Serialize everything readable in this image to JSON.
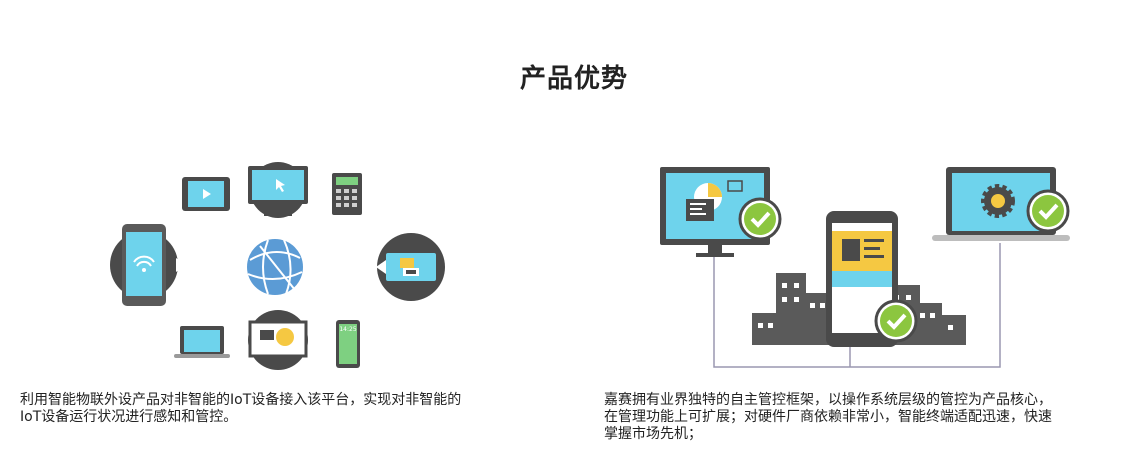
{
  "section": {
    "title": "产品优势"
  },
  "features": [
    {
      "description_line1": "利用智能物联外设产品对非智能的IoT设备接入该平台，实现对非智能的",
      "description_line2": "IoT设备运行状况进行感知和管控。"
    },
    {
      "description_line1": "嘉赛拥有业界独特的自主管控框架，以操作系统层级的管控为产品核心，",
      "description_line2": "在管理功能上可扩展；对硬件厂商依赖非常小，智能终端适配迅速，快速",
      "description_line3": "掌握市场先机；"
    }
  ],
  "devices": {
    "phone_time": "14:25"
  },
  "colors": {
    "screen_blue": "#6ed3ec",
    "dark_gray": "#4a4a4a",
    "globe_blue": "#5b9bd5",
    "check_green": "#8cc63f",
    "accent_yellow": "#f5c842",
    "phone_green": "#7ed081",
    "line_gray": "#9a97b0"
  }
}
